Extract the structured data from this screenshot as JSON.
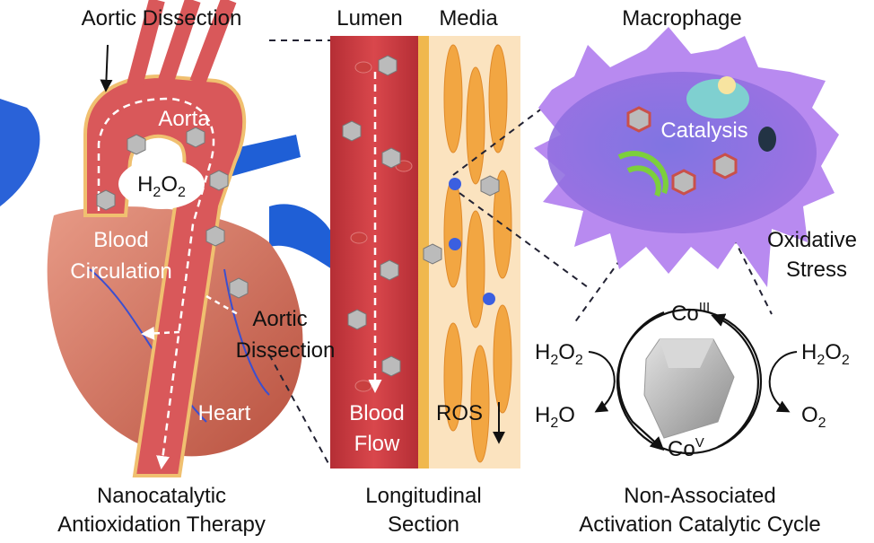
{
  "left": {
    "title": "Aortic Dissection",
    "aorta": "Aorta",
    "h2o2": {
      "a": "H",
      "s1": "2",
      "b": "O",
      "s2": "2"
    },
    "blood": "Blood",
    "circulation": "Circulation",
    "dissection_1": "Aortic",
    "dissection_2": "Dissection",
    "heart": "Heart",
    "caption_1": "Nanocatalytic",
    "caption_2": "Antioxidation Therapy"
  },
  "middle": {
    "lumen": "Lumen",
    "media": "Media",
    "flow_1": "Blood",
    "flow_2": "Flow",
    "ros": "ROS",
    "caption_1": "Longitudinal",
    "caption_2": "Section"
  },
  "right": {
    "title": "Macrophage",
    "catalysis": "Catalysis",
    "stress_1": "Oxidative",
    "stress_2": "Stress",
    "co_iii": {
      "base": "Co",
      "sup": "III"
    },
    "co_v": {
      "base": "Co",
      "sup": "V"
    },
    "h2o2_left": {
      "a": "H",
      "s1": "2",
      "b": "O",
      "s2": "2"
    },
    "h2o": {
      "a": "H",
      "s1": "2",
      "b": "O"
    },
    "h2o2_right": {
      "a": "H",
      "s1": "2",
      "b": "O",
      "s2": "2"
    },
    "o2": {
      "a": "O",
      "s1": "2"
    },
    "caption_1": "Non-Associated",
    "caption_2": "Activation Catalytic Cycle"
  },
  "colors": {
    "vessel_red": "#c8393f",
    "media_orange": "#f2b560",
    "vein_blue": "#1f5fd6",
    "macrophage_purple": "#a57be8",
    "nanoparticle_gray": "#b8b8b8"
  }
}
